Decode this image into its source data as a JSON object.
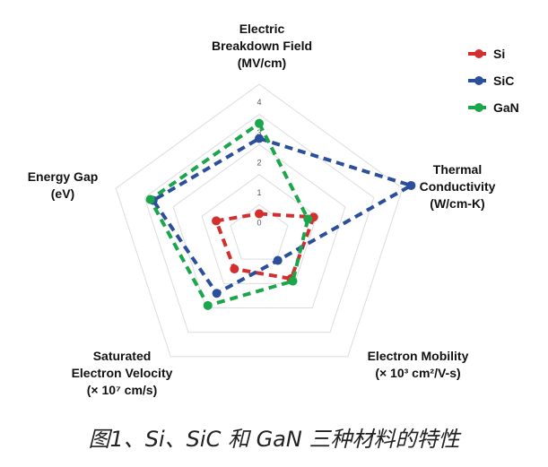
{
  "chart_data": {
    "type": "radar",
    "axes": [
      {
        "label_lines": [
          "Electric",
          "Breakdown Field",
          "(MV/cm)"
        ]
      },
      {
        "label_lines": [
          "Thermal",
          "Conductivity",
          "(W/cm-K)"
        ]
      },
      {
        "label_lines": [
          "Electron Mobility",
          "(× 10³ cm²/V-s)"
        ]
      },
      {
        "label_lines": [
          "Saturated",
          "Electron Velocity",
          "(× 10⁷ cm/s)"
        ]
      },
      {
        "label_lines": [
          "Energy Gap",
          "(eV)"
        ]
      }
    ],
    "ticks": [
      "0",
      "1",
      "2",
      "3",
      "4"
    ],
    "range": [
      0,
      4
    ],
    "series": [
      {
        "name": "Si",
        "color": "#d32f2f",
        "values": [
          0.3,
          1.5,
          1.4,
          1.0,
          1.1
        ]
      },
      {
        "name": "SiC",
        "color": "#2b4f9a",
        "values": [
          2.8,
          4.9,
          0.65,
          2.0,
          3.3
        ]
      },
      {
        "name": "GaN",
        "color": "#1aa64a",
        "values": [
          3.3,
          1.3,
          1.5,
          2.5,
          3.4
        ]
      }
    ],
    "legend_position": "top-right",
    "grid": true
  },
  "caption": "图1、Si、SiC 和 GaN 三种材料的特性"
}
